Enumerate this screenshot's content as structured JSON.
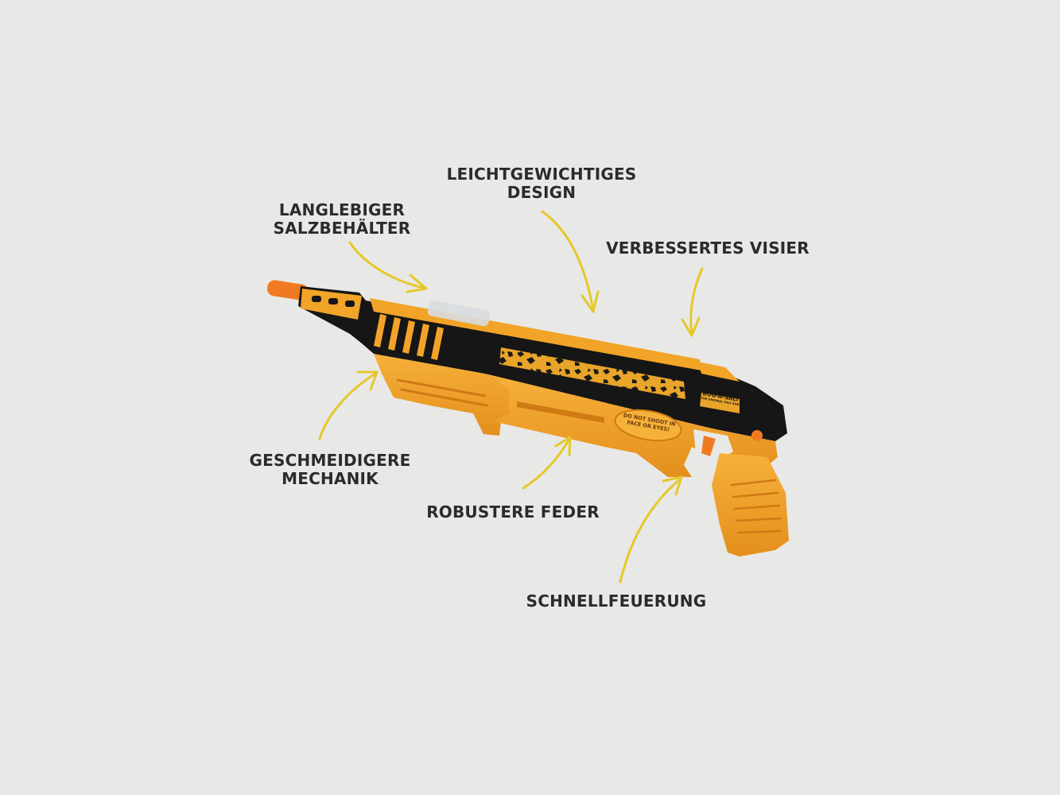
{
  "colors": {
    "background": "#e8e8e6",
    "label_text": "#2b2b2b",
    "arrow": "#e6c82a",
    "gun_orange": "#f2a428",
    "gun_orange_dark": "#d9861a",
    "muzzle": "#f07a22",
    "gun_black": "#161616"
  },
  "labels": {
    "leichtgewichtiges": [
      "LEICHTGEWICHTIGES",
      "DESIGN"
    ],
    "langlebiger": [
      "LANGLEBIGER",
      "SALZBEHÄLTER"
    ],
    "visier": "VERBESSERTES VISIER",
    "mechanik": [
      "GESCHMEIDIGERE",
      "MECHANIK"
    ],
    "feder": "ROBUSTERE FEDER",
    "schnellfeuerung": "SCHNELLFEUERUNG"
  },
  "gun": {
    "brand": "BUG-A-SALT",
    "tagline": "THE ORIGINAL SALT GUN",
    "warning": [
      "DO NOT SHOOT IN",
      "FACE OR EYES!"
    ]
  }
}
